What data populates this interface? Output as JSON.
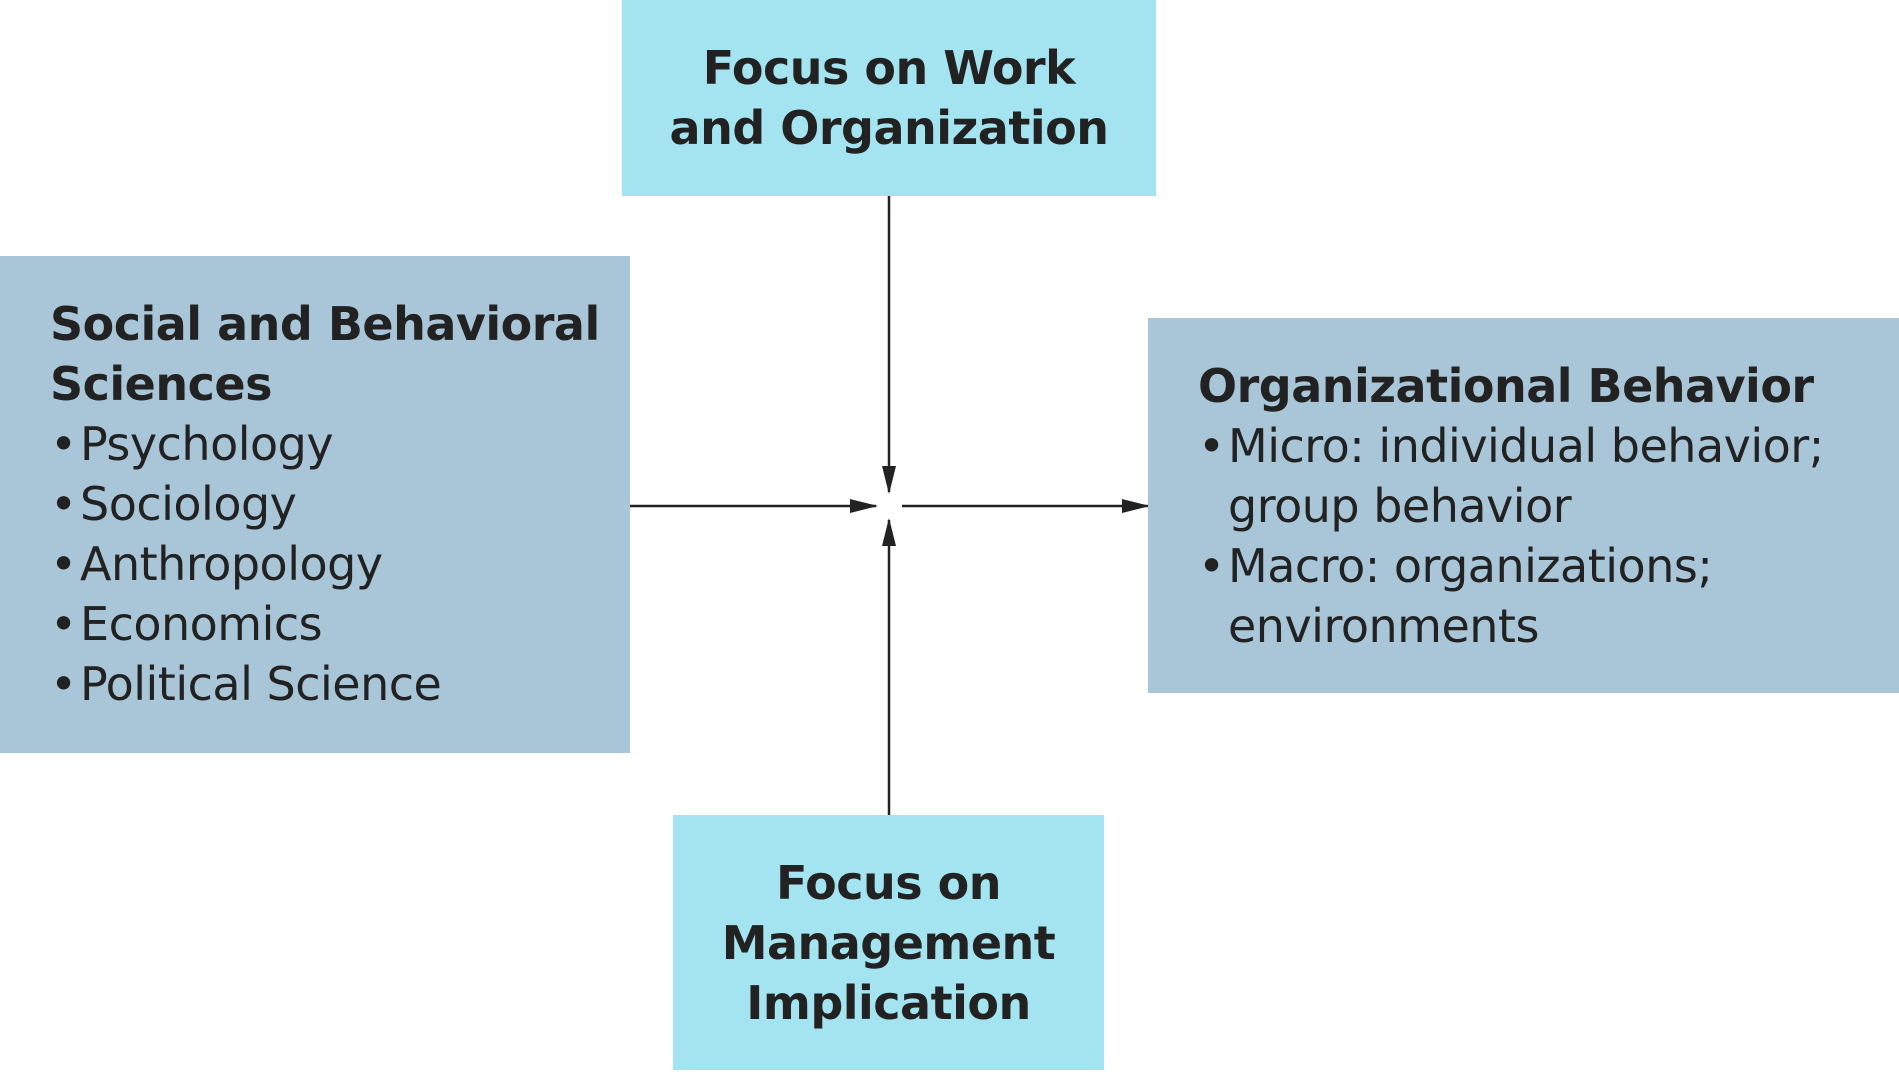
{
  "diagram": {
    "top_box": {
      "title": "Focus on Work and Organization"
    },
    "bottom_box": {
      "title": "Focus on Management Implication"
    },
    "left_box": {
      "title": "Social and Behavioral Sciences",
      "items": [
        "Psychology",
        "Sociology",
        "Anthropology",
        "Economics",
        "Political Science"
      ]
    },
    "right_box": {
      "title": "Organizational Behavior",
      "items": [
        "Micro: individual behavior; group behavior",
        "Macro: organizations; environments"
      ]
    },
    "bullet_glyph": "•",
    "colors": {
      "focus_box": "#a4e4f0",
      "science_box": "#a9c6d8",
      "text": "#222222",
      "arrow": "#222222"
    }
  }
}
